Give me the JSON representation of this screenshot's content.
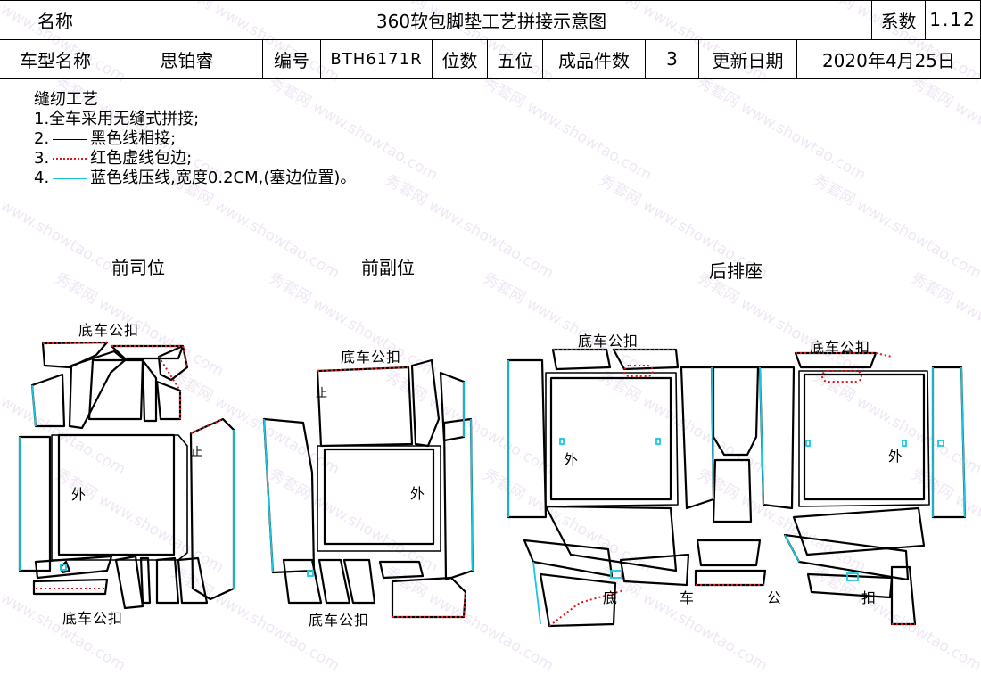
{
  "header": {
    "row1": {
      "name_label": "名称",
      "title": "360软包脚垫工艺拼接示意图",
      "coef_label": "系数",
      "coef_value": "1.12"
    },
    "row2": {
      "model_label": "车型名称",
      "model_value": "思铂睿",
      "code_label": "编号",
      "code_value": "BTH6171R",
      "seats_label": "位数",
      "seats_value": "五位",
      "pieces_label": "成品件数",
      "pieces_value": "3",
      "update_label": "更新日期",
      "update_value": "2020年4月25日"
    }
  },
  "notes": {
    "title": "缝纫工艺",
    "items": [
      "1.全车采用无缝式拼接;",
      "2.",
      "黑色线相接;",
      "3.",
      "红色虚线包边;",
      "4.",
      "蓝色线压线,宽度0.2CM,(塞边位置)。"
    ]
  },
  "sections": {
    "front_driver": "前司位",
    "front_passenger": "前副位",
    "rear_seat": "后排座"
  },
  "labels": {
    "buckle": "底车公扣",
    "outer": "外",
    "stop": "止",
    "rear_buckle_chars": [
      "底",
      "车",
      "公",
      "扣"
    ]
  },
  "watermark": {
    "brand": "秀套网",
    "url": "www.showtao.com"
  },
  "colors": {
    "seam_black": "#000000",
    "edge_red_dotted": "#e01818",
    "press_cyan": "#19c6e0"
  }
}
